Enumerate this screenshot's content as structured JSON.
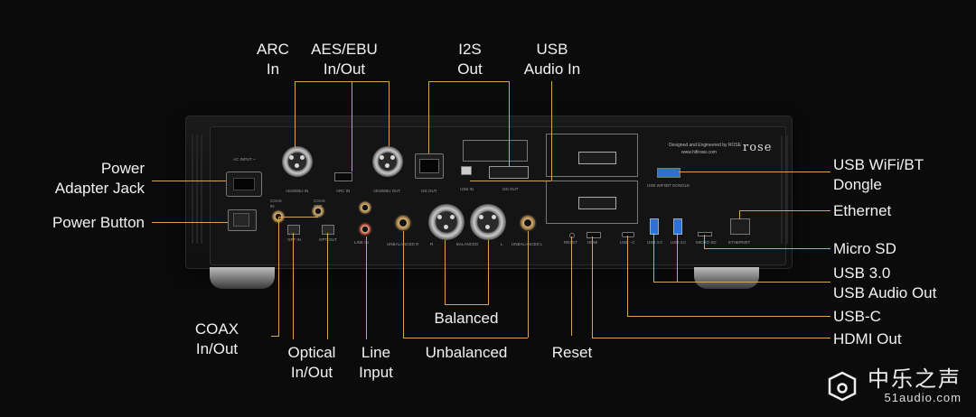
{
  "labels": {
    "arc_in": "ARC\nIn",
    "aes_ebu": "AES/EBU\nIn/Out",
    "i2s_out": "I2S\nOut",
    "usb_audio_in": "USB\nAudio In",
    "power_adapter_jack": "Power\nAdapter Jack",
    "power_button": "Power Button",
    "usb_wifi_bt": "USB WiFi/BT\nDongle",
    "ethernet": "Ethernet",
    "micro_sd": "Micro SD",
    "usb30": "USB 3.0\nUSB Audio Out",
    "usbc": "USB-C",
    "hdmi_out": "HDMI Out",
    "coax": "COAX\nIn/Out",
    "optical": "Optical\nIn/Out",
    "line_input": "Line\nInput",
    "balanced": "Balanced",
    "unbalanced": "Unbalanced",
    "reset": "Reset"
  },
  "panel": {
    "ac_input": "AC INPUT ~",
    "aes_ebu_in": "AES/EBU IN",
    "arc_in": "ARC IN",
    "aes_ebu_out": "AES/EBU OUT",
    "i2s_out": "I2S OUT",
    "usb_in": "USB IN",
    "i2s_out2": "I2S OUT",
    "coax_in": "COAX\nIN",
    "coax_out": "COAX\nOUT",
    "opt_in": "OPT IN",
    "opt_out": "OPT OUT",
    "line_in": "LINE IN",
    "unbalanced_r": "UNBALANCED R",
    "balanced_r": "R",
    "balanced": "BALANCED",
    "balanced_l": "L",
    "unbalanced_l": "UNBALANCED L",
    "reset": "RESET",
    "hdmi": "HDMI",
    "usb_c": "USB - C",
    "usb30a": "USB 3.0",
    "usb30b": "USB 3.0",
    "micro_sd": "MICRO SD",
    "ethernet": "ETHERNET",
    "usb_wifi_dongle": "USB WIFI/BT DONGLE",
    "designed": "Designed and Engineered by ROSE",
    "website": "www.hifirose.com",
    "rose": "rose"
  },
  "watermark": {
    "cn": "中乐之声",
    "en": "51audio.com"
  },
  "colors": {
    "leader": "#d9a35a",
    "text": "#f2f2f2",
    "background": "#0b0b0b"
  }
}
